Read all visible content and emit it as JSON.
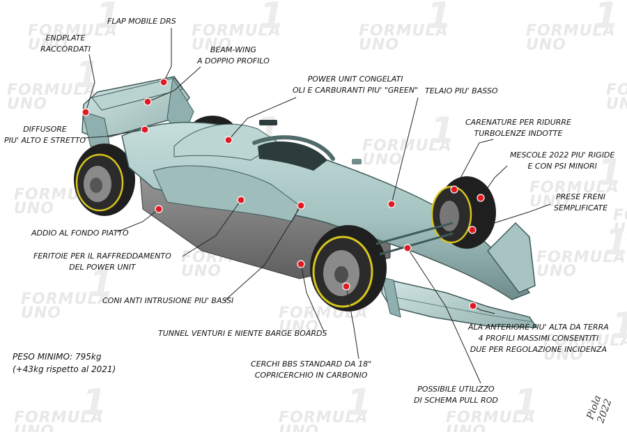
{
  "diagram": {
    "colors": {
      "body": "#a9c7c5",
      "body_dark": "#6f8c8b",
      "tyre": "#1f1f1f",
      "tyre_stripe": "#d8c61c",
      "marker": "#e01a22",
      "leader": "#222222",
      "watermark": "#e6e6e6"
    },
    "watermark_text": {
      "line1": "FORMULA",
      "line2": "UNO",
      "mark": "1"
    },
    "weight_note": {
      "line1": "PESO MINIMO: 795kg",
      "line2": "(+43kg rispetto al 2021)"
    },
    "signature": "Piola 2022",
    "labels": {
      "flap_drs": [
        "FLAP MOBILE DRS"
      ],
      "endplate": [
        "ENDPLATE",
        "RACCORDATI"
      ],
      "beam_wing": [
        "BEAM-WING",
        "A DOPPIO PROFILO"
      ],
      "power_unit": [
        "POWER UNIT CONGELATI",
        "OLI E CARBURANTI PIU' \"GREEN\""
      ],
      "telaio": [
        "TELAIO PIU' BASSO"
      ],
      "diffusore": [
        "DIFFUSORE",
        "PIU' ALTO E STRETTO"
      ],
      "carenature": [
        "CARENATURE PER RIDURRE",
        "TURBOLENZE INDOTTE"
      ],
      "mescole": [
        "MESCOLE 2022 PIU' RIGIDE",
        "E CON PSI MINORI"
      ],
      "prese_freni": [
        "PRESE FRENI",
        "SEMPLIFICATE"
      ],
      "fondo": [
        "ADDIO AL FONDO PIATTO"
      ],
      "feritoie": [
        "FERITOIE PER IL RAFFREDDAMENTO",
        "DEL POWER UNIT"
      ],
      "coni": [
        "CONI ANTI INTRUSIONE PIU' BASSI"
      ],
      "tunnel": [
        "TUNNEL VENTURI E NIENTE BARGE BOARDS"
      ],
      "ala_anteriore": [
        "ALA ANTERIORE PIU' ALTA DA TERRA",
        "4 PROFILI MASSIMI CONSENTITI",
        "DUE PER REGOLAZIONE INCIDENZA"
      ],
      "cerchi": [
        "CERCHI BBS STANDARD DA 18\"",
        "COPRICERCHIO IN CARBONIO"
      ],
      "pull_rod": [
        "POSSIBILE UTILIZZO",
        "DI SCHEMA PULL ROD"
      ]
    }
  }
}
